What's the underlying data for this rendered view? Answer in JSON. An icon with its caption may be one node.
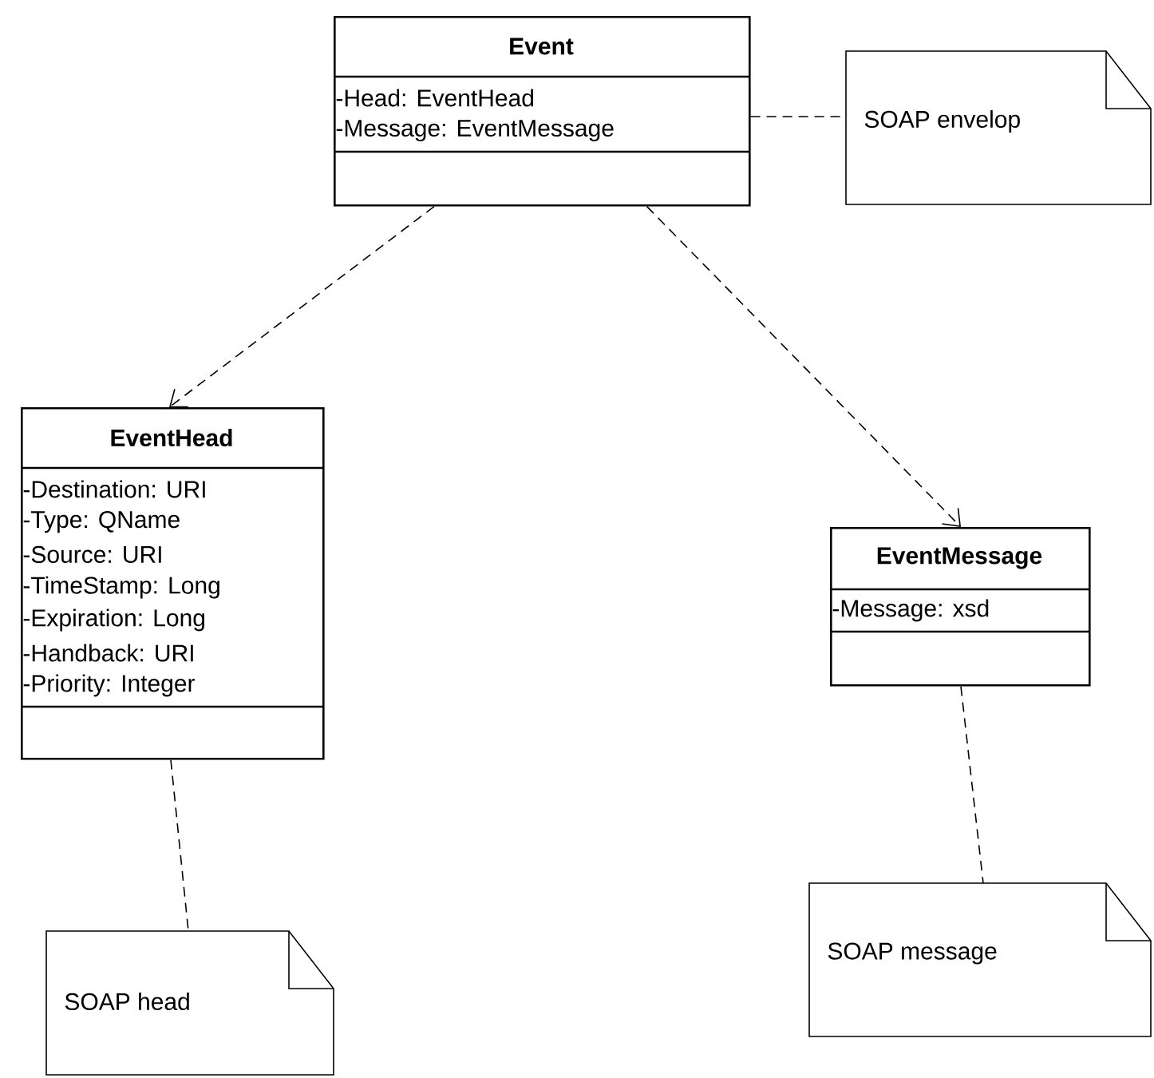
{
  "diagram": {
    "nodes": [
      {
        "text": [
          "Event",
          "-Head: EventHead",
          "-Message: EventMessage"
        ]
      },
      {
        "text": [
          "SOAP envelop"
        ]
      },
      {
        "text": [
          "EventHead",
          "-Destination: URI",
          "-Type: QName",
          "-Source: URI",
          "-TimeStamp: Long",
          "-Expiration: Long",
          "-Handback: URI",
          "-Priority: Integer"
        ]
      },
      {
        "text": [
          "EventMessage",
          "-Message: xsd"
        ]
      },
      {
        "text": [
          "SOAP head"
        ]
      },
      {
        "text": [
          "SOAP message"
        ]
      }
    ],
    "edges": [
      {
        "from": 0,
        "to": 1,
        "arrow": "none",
        "style": "dashed"
      },
      {
        "from": 0,
        "to": 2,
        "arrow": "to",
        "style": "dashed"
      },
      {
        "from": 0,
        "to": 3,
        "arrow": "to",
        "style": "dashed"
      },
      {
        "from": 2,
        "to": 4,
        "arrow": "none",
        "style": "dashed"
      },
      {
        "from": 3,
        "to": 5,
        "arrow": "none",
        "style": "dashed"
      }
    ]
  }
}
